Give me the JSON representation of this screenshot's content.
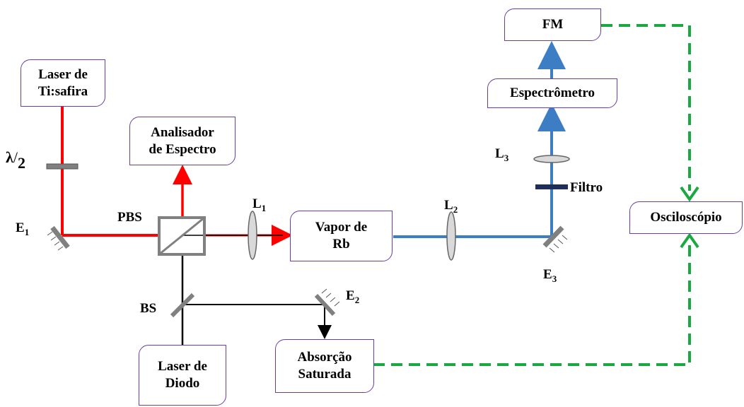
{
  "boxes": {
    "ti_laser": [
      "Laser de",
      "Ti:safira"
    ],
    "spectrum_analyzer": [
      "Analisador",
      "de Espectro"
    ],
    "rb_vapor": [
      "Vapor de",
      "Rb"
    ],
    "diode_laser": [
      "Laser de",
      "Diodo"
    ],
    "sat_absorption": [
      "Absorção",
      "Saturada"
    ],
    "spectrometer": "Espectrômetro",
    "fm": "FM",
    "oscilloscope": "Osciloscópio"
  },
  "labels": {
    "half_wave_num": "λ",
    "half_wave_den": "2",
    "e1": "E",
    "e1_sub": "1",
    "e2": "E",
    "e2_sub": "2",
    "e3": "E",
    "e3_sub": "3",
    "pbs": "PBS",
    "bs": "BS",
    "l1": "L",
    "l1_sub": "1",
    "l2": "L",
    "l2_sub": "2",
    "l3": "L",
    "l3_sub": "3",
    "filter": "Filtro"
  },
  "colors": {
    "red_beam": "#ff0000",
    "blue_beam": "#3c7dc4",
    "black_beam": "#000000",
    "signal": "#1aa840",
    "box_border": "#6b3fa0"
  }
}
